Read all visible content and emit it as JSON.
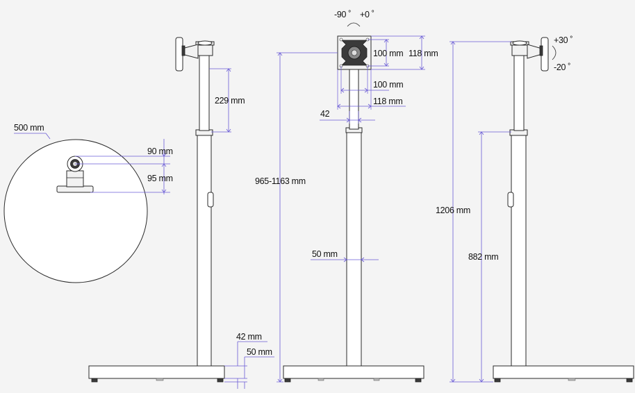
{
  "base_view": {
    "diameter_label": "500 mm",
    "offset1_label": "90 mm",
    "offset2_label": "95 mm"
  },
  "side_view_left": {
    "upper_pole_label": "229 mm",
    "base_thickness_label": "42 mm",
    "base_edge_label": "50 mm"
  },
  "front_view": {
    "swivel_left_label": "-90 ˚",
    "swivel_right_label": "+0 ˚",
    "plate_inner_h_label": "100 mm",
    "plate_outer_h_label": "118 mm",
    "plate_inner_w_label": "100 mm",
    "plate_outer_w_label": "118 mm",
    "neck_width_label": "42",
    "height_range_label": "965-1163 mm",
    "pole_width_label": "50 mm"
  },
  "side_view_right": {
    "tilt_up_label": "+30 ˚",
    "tilt_down_label": "-20 ˚",
    "total_height_label": "1206 mm",
    "lower_height_label": "882 mm"
  }
}
